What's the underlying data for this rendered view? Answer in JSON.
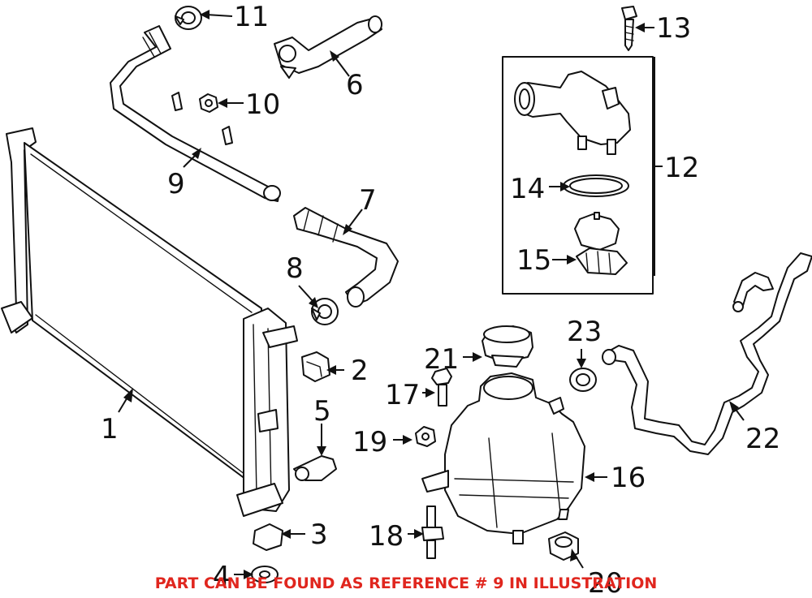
{
  "callouts": {
    "c1": "1",
    "c2": "2",
    "c3": "3",
    "c4": "4",
    "c5": "5",
    "c6": "6",
    "c7": "7",
    "c8": "8",
    "c9": "9",
    "c10": "10",
    "c11": "11",
    "c12": "12",
    "c13": "13",
    "c14": "14",
    "c15": "15",
    "c16": "16",
    "c17": "17",
    "c18": "18",
    "c19": "19",
    "c20": "20",
    "c21": "21",
    "c22": "22",
    "c23": "23"
  },
  "note": "PART CAN BE FOUND AS REFERENCE # 9 IN ILLUSTRATION",
  "colors": {
    "note_text": "#e0261e",
    "line_art": "#111111",
    "background": "#ffffff"
  }
}
